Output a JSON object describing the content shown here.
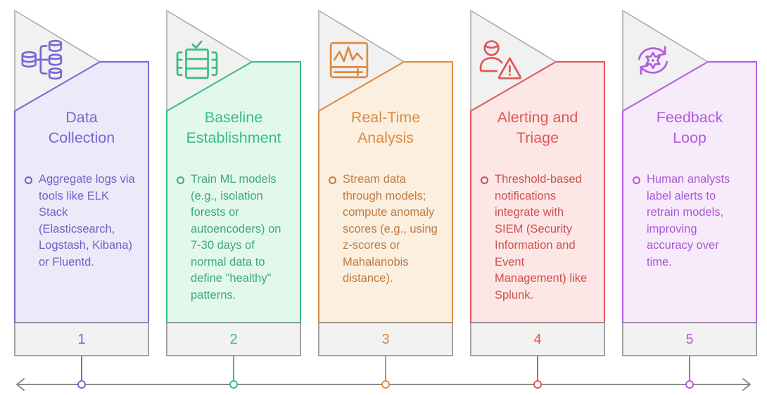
{
  "steps": [
    {
      "number": "1",
      "title": "Data Collection",
      "bullet": "Aggregate logs via tools like ELK Stack (Elasticsearch, Logstash, Kibana) or Fluentd.",
      "icon": "database-aggregation-icon",
      "accent": "#7668D4",
      "fill": "#ECE9F9",
      "body_text": "#6F62C4"
    },
    {
      "number": "2",
      "title": "Baseline Establishment",
      "bullet": "Train ML models (e.g., isolation forests or autoencoders) on 7-30 days of normal data to define \"healthy\" patterns.",
      "icon": "database-check-icon",
      "accent": "#3ABD81",
      "fill": "#E2F8EC",
      "body_text": "#3FA878"
    },
    {
      "number": "3",
      "title": "Real-Time Analysis",
      "bullet": "Stream data through models; compute anomaly scores (e.g., using z-scores or Mahalanobis distance).",
      "icon": "monitor-waveform-icon",
      "accent": "#DE8A3F",
      "fill": "#FBEFDF",
      "body_text": "#BC7B43"
    },
    {
      "number": "4",
      "title": "Alerting and Triage",
      "bullet": "Threshold-based notifications integrate with SIEM (Security Information and Event Management) like Splunk.",
      "icon": "user-alert-icon",
      "accent": "#E05656",
      "fill": "#FCE7E6",
      "body_text": "#CE5050"
    },
    {
      "number": "5",
      "title": "Feedback Loop",
      "bullet": "Human analysts label alerts to retrain models, improving accuracy over time.",
      "icon": "refresh-gear-icon",
      "accent": "#B45BE2",
      "fill": "#F7EBFB",
      "body_text": "#AB57D4"
    }
  ],
  "panel": {
    "triangle_fill": "#F1F1F1",
    "triangle_border": "#ABABAB",
    "footer_fill": "#F3F2F2",
    "footer_border": "#8A8A8A"
  },
  "timeline": {
    "color": "#8A8A8A",
    "double_arrow": true
  }
}
